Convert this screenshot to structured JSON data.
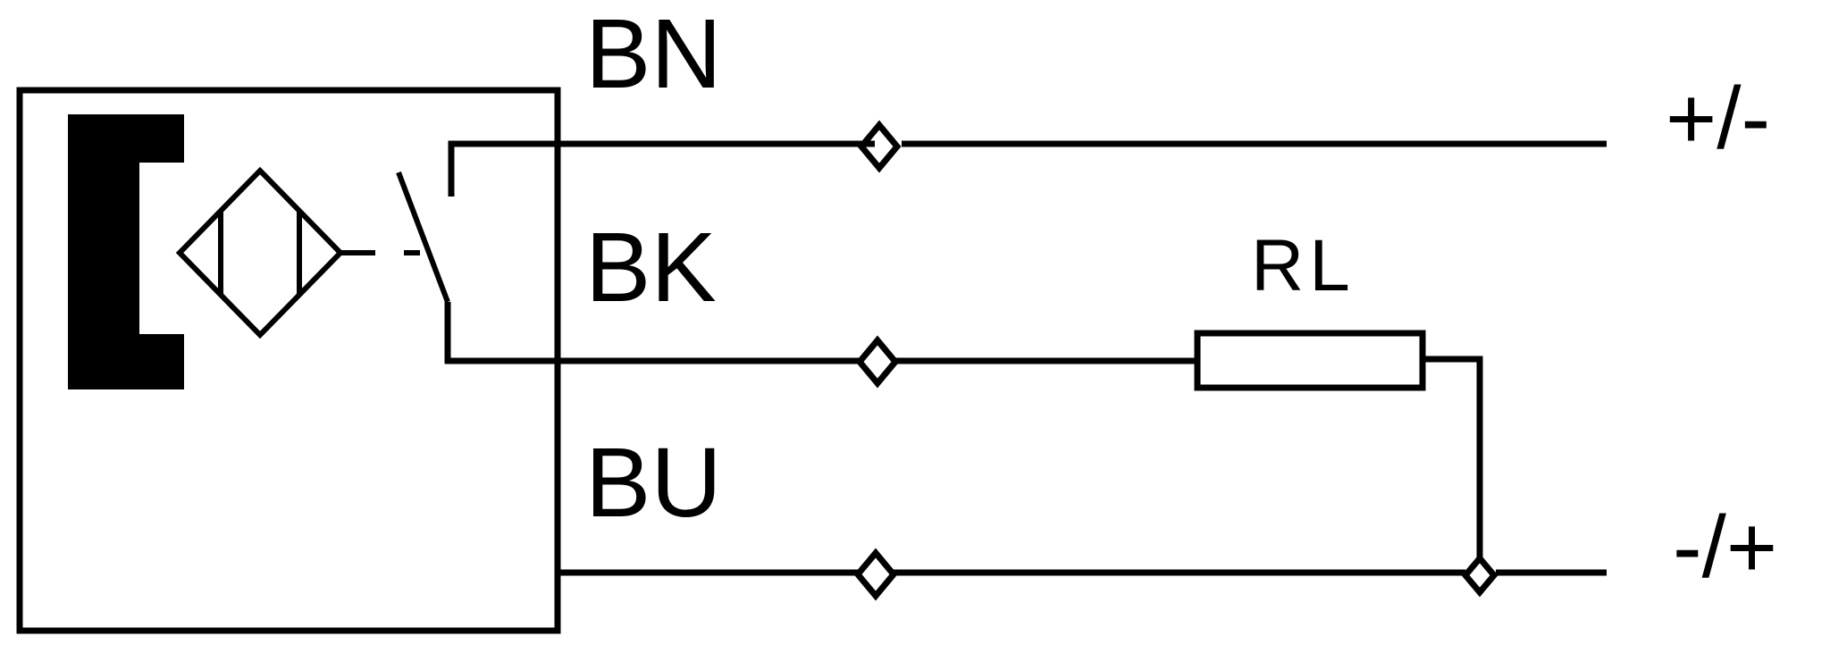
{
  "labels": {
    "brown": "BN",
    "black": "BK",
    "blue": "BU",
    "load_resistor": "RL",
    "supply_top": "+/-",
    "supply_bottom": "-/+"
  },
  "colors": {
    "ink": "#000000",
    "background": "#ffffff"
  }
}
